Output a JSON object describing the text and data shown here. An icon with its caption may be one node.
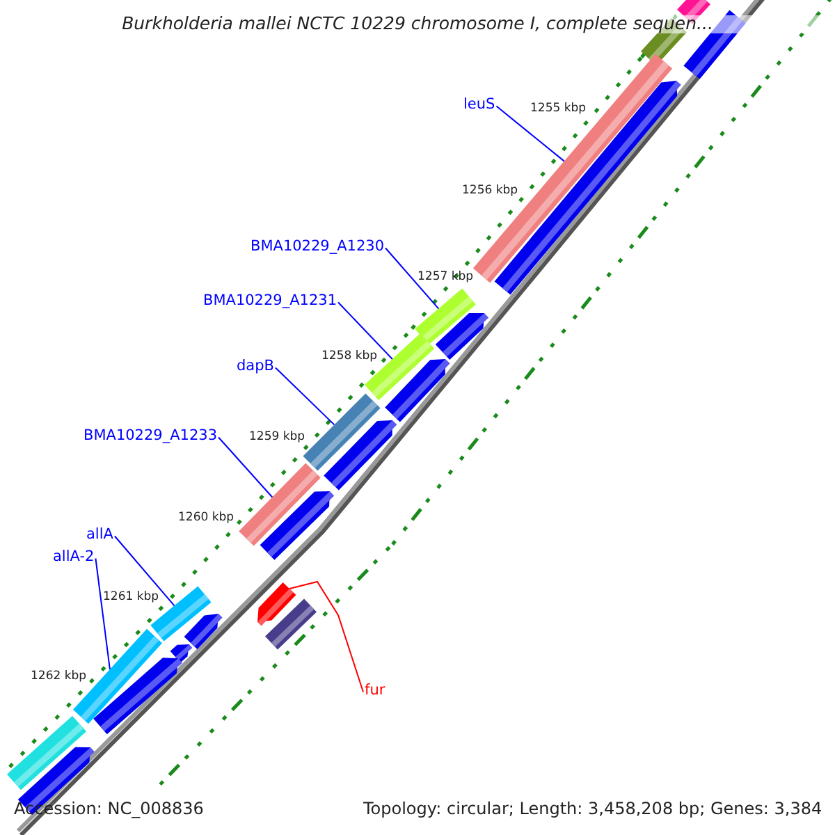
{
  "diagram": {
    "title": "Burkholderia mallei NCTC 10229 chromosome I, complete sequen...",
    "nodes": [
      {
        "text": [
          "leuS"
        ]
      },
      {
        "text": [],
        "shape": "bar"
      },
      {
        "text": [
          "BMA10229_A1230"
        ]
      },
      {
        "text": [],
        "shape": "bar"
      },
      {
        "text": [
          "BMA10229_A1231"
        ]
      },
      {
        "text": [],
        "shape": "bar"
      },
      {
        "text": [
          "dapB"
        ]
      },
      {
        "text": [],
        "shape": "bar"
      },
      {
        "text": [
          "BMA10229_A1233"
        ]
      },
      {
        "text": [],
        "shape": "bar"
      },
      {
        "text": [
          "allA"
        ]
      },
      {
        "text": [],
        "shape": "bar"
      },
      {
        "text": [
          "allA-2"
        ]
      },
      {
        "text": [],
        "shape": "bar"
      },
      {
        "text": [
          "fur"
        ]
      },
      {
        "text": [],
        "shape": "bar"
      }
    ],
    "edges": [
      {
        "from": 0,
        "to": 1,
        "arrow": "none"
      },
      {
        "from": 2,
        "to": 3,
        "arrow": "none"
      },
      {
        "from": 4,
        "to": 5,
        "arrow": "none"
      },
      {
        "from": 6,
        "to": 7,
        "arrow": "none"
      },
      {
        "from": 8,
        "to": 9,
        "arrow": "none"
      },
      {
        "from": 10,
        "to": 11,
        "arrow": "none"
      },
      {
        "from": 12,
        "to": 13,
        "arrow": "none"
      },
      {
        "from": 14,
        "to": 15,
        "arrow": "none",
        "color": "#ff0000"
      }
    ],
    "labels": [
      "1255 kbp",
      "1256 kbp",
      "1257 kbp",
      "1258 kbp",
      "1259 kbp",
      "1260 kbp",
      "1261 kbp",
      "1262 kbp",
      "Accession: NC_008836",
      "Topology: circular; Length: 3,458,208 bp; Genes: 3,384"
    ]
  }
}
